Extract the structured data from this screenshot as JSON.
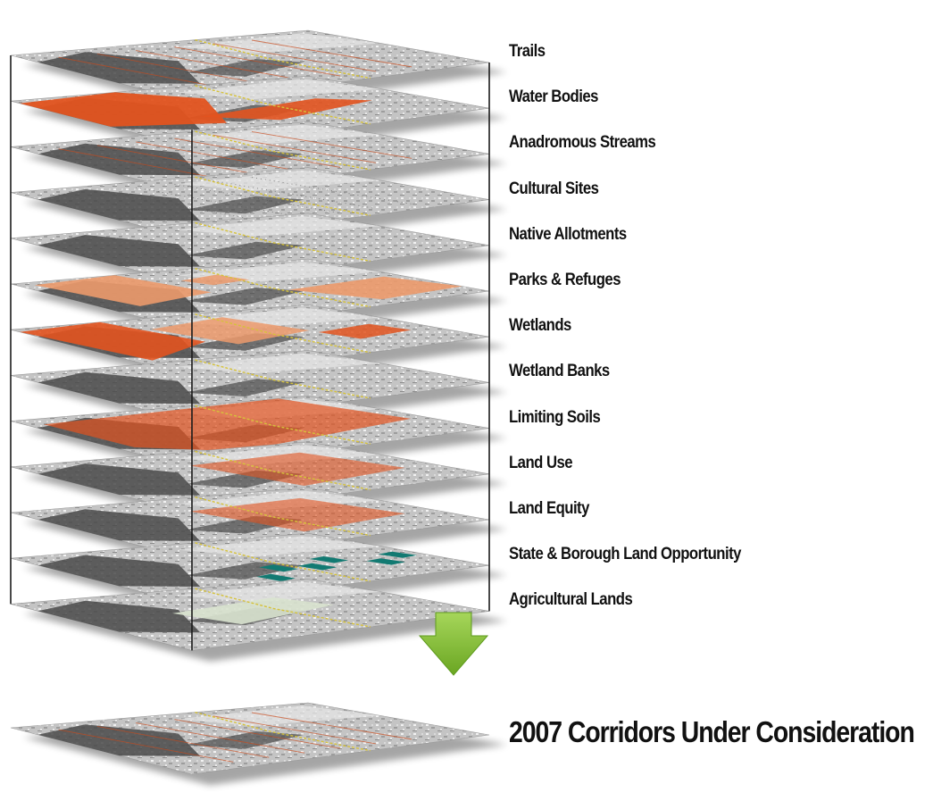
{
  "layers": [
    {
      "label": "Trails",
      "kind": "lines"
    },
    {
      "label": "Water Bodies",
      "kind": "orange-west"
    },
    {
      "label": "Anadromous Streams",
      "kind": "lines"
    },
    {
      "label": "Cultural Sites",
      "kind": "dots"
    },
    {
      "label": "Native Allotments",
      "kind": "plain"
    },
    {
      "label": "Parks & Refuges",
      "kind": "salmon-patches"
    },
    {
      "label": "Wetlands",
      "kind": "orange-mixed"
    },
    {
      "label": "Wetland Banks",
      "kind": "plain"
    },
    {
      "label": "Limiting Soils",
      "kind": "orange-wide"
    },
    {
      "label": "Land Use",
      "kind": "orange-east"
    },
    {
      "label": "Land Equity",
      "kind": "orange-east"
    },
    {
      "label": "State & Borough Land Opportunity",
      "kind": "teal"
    },
    {
      "label": "Agricultural Lands",
      "kind": "aerial"
    }
  ],
  "result": {
    "label": "2007 Corridors Under Consideration"
  },
  "colors": {
    "map_gray": "#bdbdbd",
    "map_light": "#e6e6e6",
    "map_dark": "#4a4a4a",
    "orange": "#e2531f",
    "salmon": "#ec9a6c",
    "teal": "#127a72",
    "arrow_green": "#7bb82c",
    "arrow_green_light": "#a6d65a",
    "route_yellow": "#d6c23a",
    "frame_line": "#1a1a1a"
  },
  "icons": {
    "merge_arrow": "arrow-down-icon"
  }
}
